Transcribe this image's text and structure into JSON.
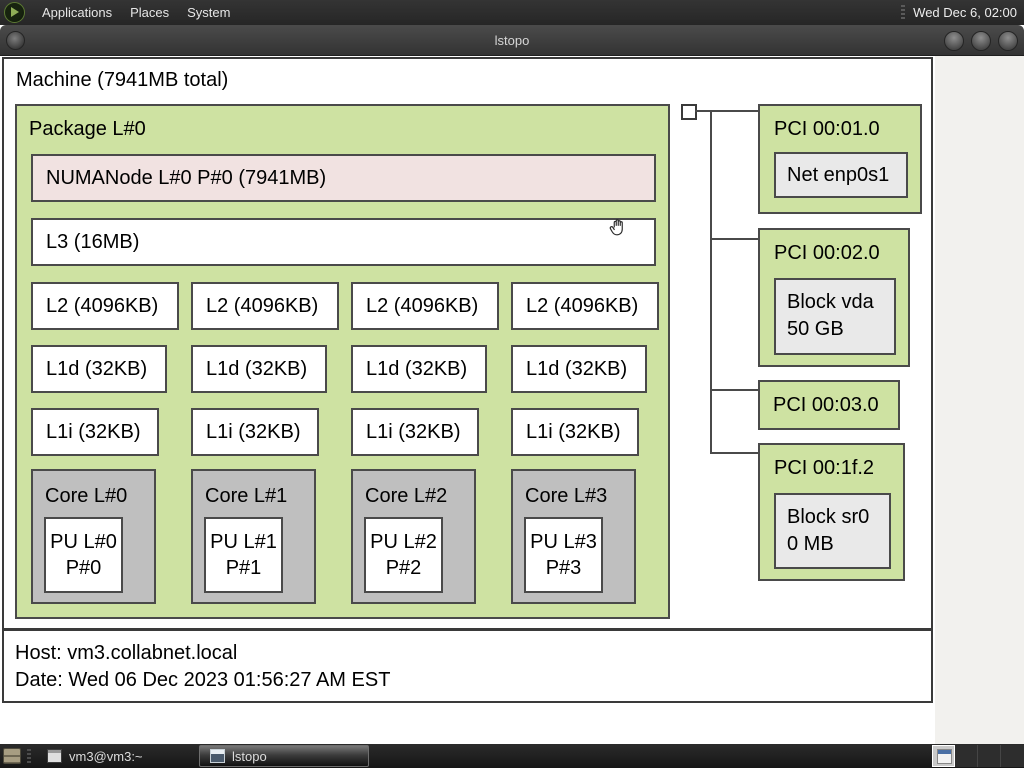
{
  "panel": {
    "menus": [
      "Applications",
      "Places",
      "System"
    ],
    "clock": "Wed Dec 6, 02:00"
  },
  "window": {
    "title": "lstopo"
  },
  "machine": {
    "label": "Machine (7941MB total)"
  },
  "package": {
    "label": "Package L#0",
    "numanode_label": "NUMANode L#0 P#0 (7941MB)",
    "l3_label": "L3 (16MB)",
    "l2_labels": [
      "L2 (4096KB)",
      "L2 (4096KB)",
      "L2 (4096KB)",
      "L2 (4096KB)"
    ],
    "l1d_labels": [
      "L1d (32KB)",
      "L1d (32KB)",
      "L1d (32KB)",
      "L1d (32KB)"
    ],
    "l1i_labels": [
      "L1i (32KB)",
      "L1i (32KB)",
      "L1i (32KB)",
      "L1i (32KB)"
    ],
    "cores": [
      {
        "label": "Core L#0",
        "pu_line1": "PU L#0",
        "pu_line2": "P#0"
      },
      {
        "label": "Core L#1",
        "pu_line1": "PU L#1",
        "pu_line2": "P#1"
      },
      {
        "label": "Core L#2",
        "pu_line1": "PU L#2",
        "pu_line2": "P#2"
      },
      {
        "label": "Core L#3",
        "pu_line1": "PU L#3",
        "pu_line2": "P#3"
      }
    ]
  },
  "pci": [
    {
      "label": "PCI 00:01.0",
      "device_line1": "Net enp0s1",
      "device_line2": ""
    },
    {
      "label": "PCI 00:02.0",
      "device_line1": "Block vda",
      "device_line2": "50 GB"
    },
    {
      "label": "PCI 00:03.0"
    },
    {
      "label": "PCI 00:1f.2",
      "device_line1": "Block sr0",
      "device_line2": "0 MB"
    }
  ],
  "legend": {
    "host_line": "Host: vm3.collabnet.local",
    "date_line": "Date: Wed 06 Dec 2023 01:56:27 AM EST"
  },
  "taskbar": {
    "items": [
      {
        "label": "vm3@vm3:~"
      },
      {
        "label": "lstopo"
      }
    ]
  },
  "colors": {
    "package_green": "#cee2a2",
    "numanode_pink": "#f1e2e1",
    "core_gray": "#bfbfbf",
    "device_gray": "#e9e9e9",
    "cache_white": "#ffffff",
    "box_border": "#4a4a4a",
    "panel_dark": "#2b2b2b"
  }
}
